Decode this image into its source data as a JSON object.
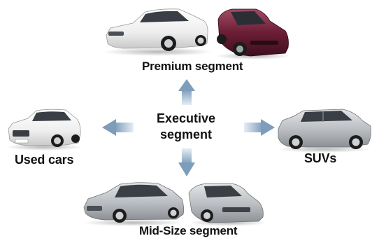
{
  "center": {
    "line1": "Executive",
    "line2": "segment"
  },
  "nodes": {
    "top": {
      "label": "Premium segment"
    },
    "left": {
      "label": "Used cars"
    },
    "right": {
      "label": "SUVs"
    },
    "bottom": {
      "label": "Mid-Size segment"
    }
  },
  "colors": {
    "arrow_light": "#dde8f2",
    "arrow_dark": "#7d9dbb",
    "silver_car": "#c7c9cc",
    "white_car": "#f3f3f3",
    "maroon_car": "#6b1e35",
    "window": "#3a3f46",
    "tire": "#1c1c1c"
  },
  "icons": [
    "sedan-white-icon",
    "sedan-maroon-icon",
    "audi-white-icon",
    "suv-silver-icon",
    "hatchback-silver-icon",
    "sedan-silver-icon"
  ]
}
